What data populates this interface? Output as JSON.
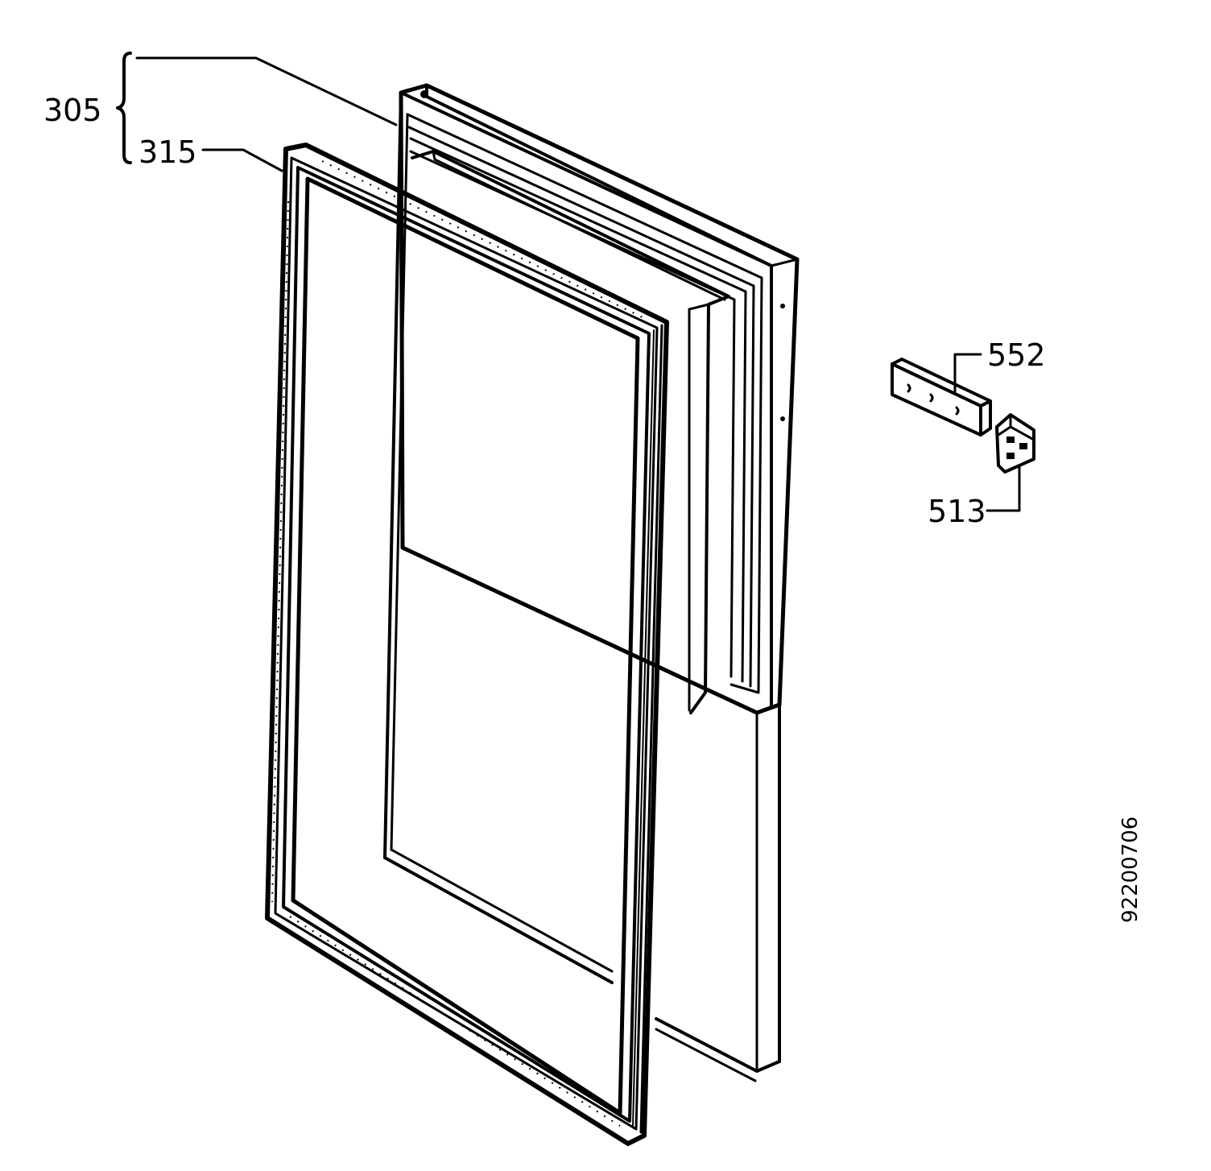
{
  "labels": {
    "assembly": "305",
    "door_seal": "315",
    "hinge_cover": "552",
    "hinge_bracket": "513"
  },
  "document_id": "92200706"
}
